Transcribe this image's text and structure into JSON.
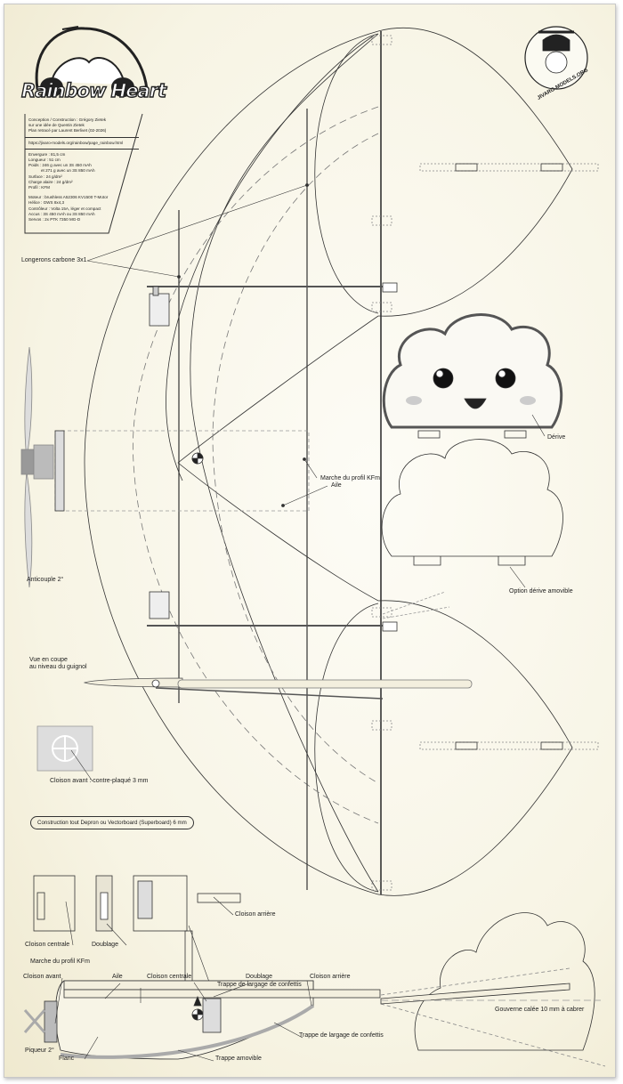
{
  "title": "Rainbow Heart",
  "site_logo": "JIVARO-MODELS.ORG",
  "info": {
    "credits": [
      "Conception / Construction : Grégory Zietek",
      "sur une idée de Quentin Zietek",
      "Plan retracé par Laurent Berlivet (02-2026)"
    ],
    "url": "https://jivaro-models.org/rainbow/page_rainbow.html",
    "specs": [
      "Envergure : 81,5 cm",
      "Longueur : 51 cm",
      "Poids : 246 g avec un 3S 450 mAh",
      "et 271 g avec un 3S 850 mAh",
      "Surface : 24 g/dm²",
      "Charge alaire : 24 g/dm²",
      "Profil : KFM"
    ],
    "equipment": [
      "Moteur : brushless A52306 KV1500 T-Motor",
      "Hélice : GWS 8x4,3",
      "Contrôleur : Volta 15A, léger et compact",
      "Accus : 3S 450 mAh ou 3S 850 mAh",
      "Servos : 2x PTK 7350 MG-D"
    ]
  },
  "labels": {
    "spars": "Longerons carbone 3x1",
    "derive": "Dérive",
    "kfm_step": "Marche du profil KFm",
    "wing": "Aile",
    "anticouple": "Anticouple 2°",
    "option_derive": "Option dérive amovible",
    "section_view": [
      "Vue en coupe",
      "au niveau du guignol"
    ],
    "front_bulkhead": "Cloison avant : contre-plaqué 3 mm",
    "construction": "Construction tout Depron ou Vectorboard (Superboard) 6 mm",
    "cloison_centrale": "Cloison centrale",
    "doublage": "Doublage",
    "cloison_arriere": "Cloison arrière",
    "trappe_confettis": "Trappe de largage de confettis",
    "side": {
      "kfm_step": "Marche du profil KFm",
      "cloison_avant": "Cloison avant",
      "aile": "Aile",
      "cloison_centrale": "Cloison centrale",
      "doublage": "Doublage",
      "cloison_arriere": "Cloison arrière",
      "gouverne": "Gouverne calée 10 mm à cabrer",
      "trappe_confettis": "Trappe de largage de confettis",
      "piqueur": "Piqueur 2°",
      "flanc": "Flanc",
      "trappe_amovible": "Trappe amovible"
    }
  }
}
